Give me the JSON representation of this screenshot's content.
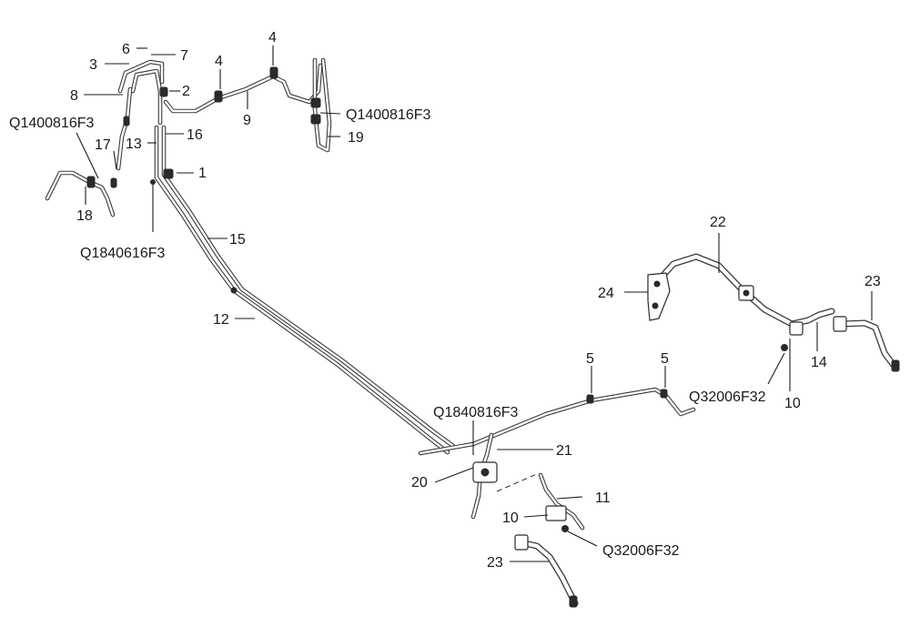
{
  "diagram": {
    "callouts": {
      "c1": "1",
      "c2": "2",
      "c3": "3",
      "c4a": "4",
      "c4b": "4",
      "c5a": "5",
      "c5b": "5",
      "c6": "6",
      "c7": "7",
      "c8": "8",
      "c9": "9",
      "c10a": "10",
      "c10b": "10",
      "c11": "11",
      "c12": "12",
      "c13": "13",
      "c14": "14",
      "c15": "15",
      "c16": "16",
      "c17": "17",
      "c18": "18",
      "c19": "19",
      "c20": "20",
      "c21": "21",
      "c22": "22",
      "c23a": "23",
      "c23b": "23",
      "c24": "24",
      "q1400_left": "Q1400816F3",
      "q1400_right": "Q1400816F3",
      "q1840616": "Q1840616F3",
      "q1840816": "Q1840816F3",
      "q32006_right": "Q32006F32",
      "q32006_bottom": "Q32006F32"
    }
  }
}
